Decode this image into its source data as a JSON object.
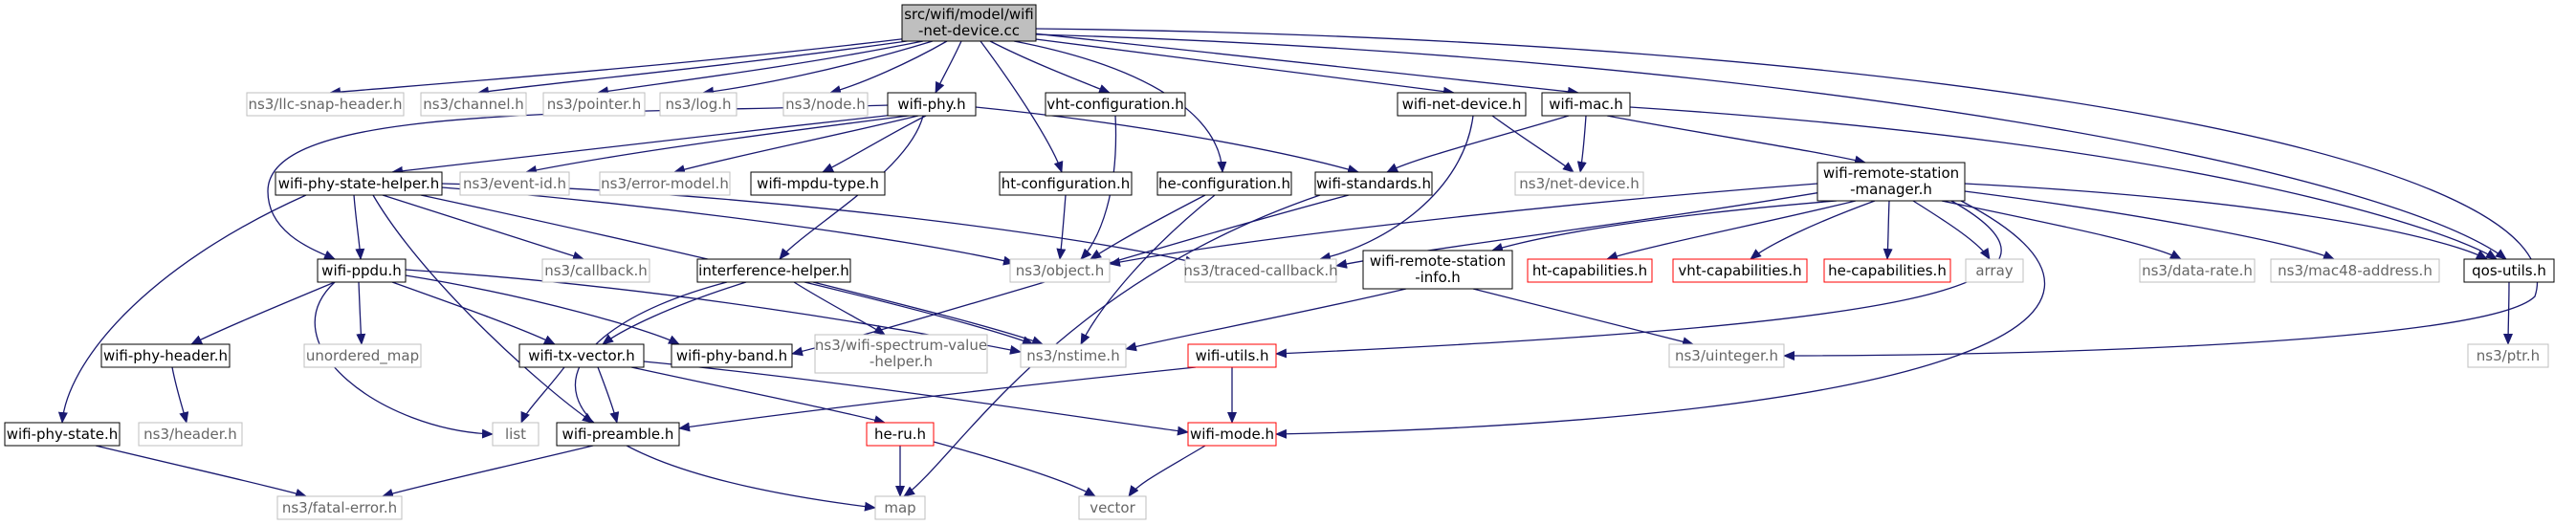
{
  "graph": {
    "root": {
      "label_line1": "src/wifi/model/wifi",
      "label_line2": "-net-device.cc"
    },
    "nodes": {
      "llc_snap_header": "ns3/llc-snap-header.h",
      "channel": "ns3/channel.h",
      "pointer": "ns3/pointer.h",
      "log": "ns3/log.h",
      "node": "ns3/node.h",
      "wifi_phy": "wifi-phy.h",
      "vht_configuration": "vht-configuration.h",
      "wifi_net_device": "wifi-net-device.h",
      "wifi_mac": "wifi-mac.h",
      "wifi_phy_state_helper": "wifi-phy-state-helper.h",
      "event_id": "ns3/event-id.h",
      "error_model": "ns3/error-model.h",
      "wifi_mpdu_type": "wifi-mpdu-type.h",
      "ht_configuration": "ht-configuration.h",
      "he_configuration": "he-configuration.h",
      "wifi_standards": "wifi-standards.h",
      "net_device": "ns3/net-device.h",
      "wifi_remote_station_manager_1": "wifi-remote-station",
      "wifi_remote_station_manager_2": "-manager.h",
      "wifi_ppdu": "wifi-ppdu.h",
      "callback": "ns3/callback.h",
      "interference_helper": "interference-helper.h",
      "object": "ns3/object.h",
      "traced_callback": "ns3/traced-callback.h",
      "wifi_remote_station_info_1": "wifi-remote-station",
      "wifi_remote_station_info_2": "-info.h",
      "ht_capabilities": "ht-capabilities.h",
      "vht_capabilities": "vht-capabilities.h",
      "he_capabilities": "he-capabilities.h",
      "array": "array",
      "data_rate": "ns3/data-rate.h",
      "mac48_address": "ns3/mac48-address.h",
      "qos_utils": "qos-utils.h",
      "unordered_map": "unordered_map",
      "wifi_phy_header": "wifi-phy-header.h",
      "wifi_tx_vector": "wifi-tx-vector.h",
      "wifi_phy_band": "wifi-phy-band.h",
      "wifi_spectrum_value_helper_1": "ns3/wifi-spectrum-value",
      "wifi_spectrum_value_helper_2": "-helper.h",
      "nstime": "ns3/nstime.h",
      "wifi_utils": "wifi-utils.h",
      "uinteger": "ns3/uinteger.h",
      "ptr": "ns3/ptr.h",
      "header": "ns3/header.h",
      "wifi_phy_state": "wifi-phy-state.h",
      "list": "list",
      "wifi_preamble": "wifi-preamble.h",
      "he_ru": "he-ru.h",
      "wifi_mode": "wifi-mode.h",
      "fatal_error": "ns3/fatal-error.h",
      "map": "map",
      "vector": "vector"
    },
    "colors": {
      "edge": "#191970",
      "root_fill": "#bfbfbf",
      "node_border": "#000000",
      "external_border": "#bfbfbf",
      "red_border": "#ff0000",
      "external_text": "#666666"
    }
  }
}
